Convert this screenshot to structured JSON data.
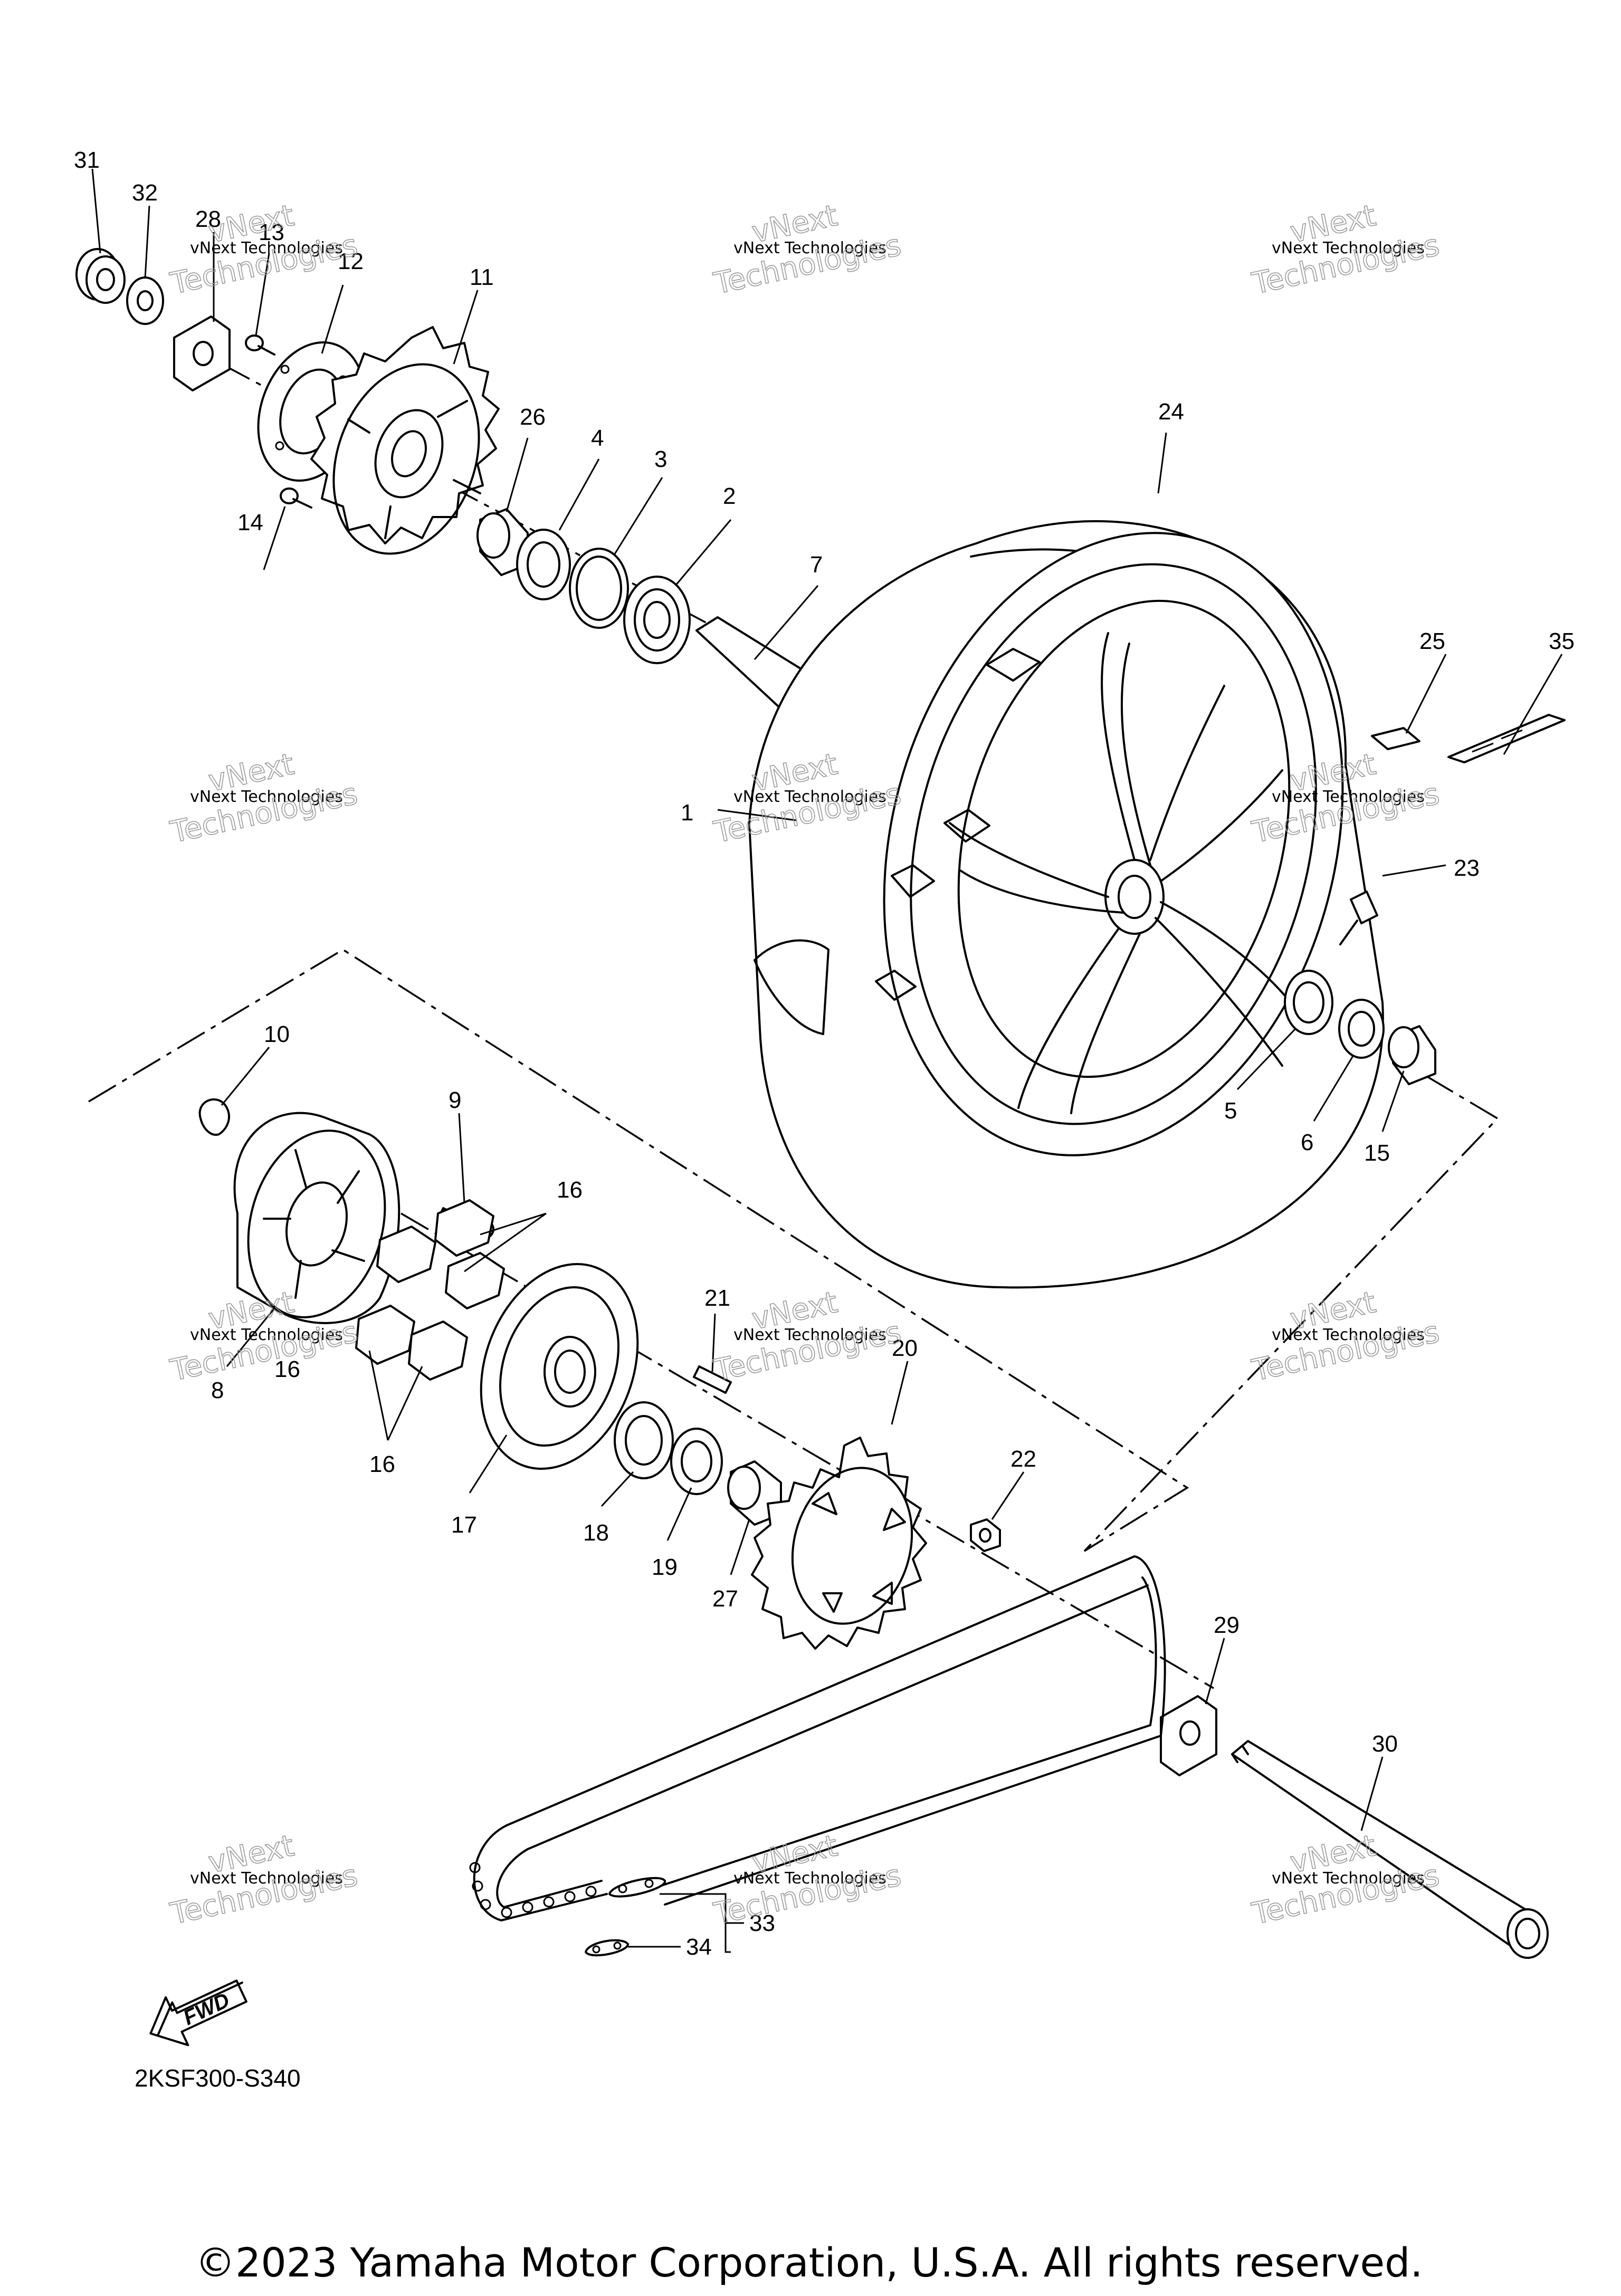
{
  "diagram": {
    "diagram_code": "2KSF300-S340",
    "copyright": "©2023 Yamaha Motor Corporation, U.S.A. All rights reserved.",
    "fwd_label": "FWD",
    "watermark": {
      "line1": "vNext Technologies",
      "big": "vNext",
      "big2": "Technologies"
    },
    "callouts": [
      {
        "id": "p1",
        "label": "1"
      },
      {
        "id": "p2",
        "label": "2"
      },
      {
        "id": "p3",
        "label": "3"
      },
      {
        "id": "p4",
        "label": "4"
      },
      {
        "id": "p5",
        "label": "5"
      },
      {
        "id": "p6",
        "label": "6"
      },
      {
        "id": "p7",
        "label": "7"
      },
      {
        "id": "p8",
        "label": "8"
      },
      {
        "id": "p9",
        "label": "9"
      },
      {
        "id": "p10",
        "label": "10"
      },
      {
        "id": "p11",
        "label": "11"
      },
      {
        "id": "p12",
        "label": "12"
      },
      {
        "id": "p13",
        "label": "13"
      },
      {
        "id": "p14",
        "label": "14"
      },
      {
        "id": "p15",
        "label": "15"
      },
      {
        "id": "p16",
        "label": "16"
      },
      {
        "id": "p17",
        "label": "17"
      },
      {
        "id": "p18",
        "label": "18"
      },
      {
        "id": "p19",
        "label": "19"
      },
      {
        "id": "p20",
        "label": "20"
      },
      {
        "id": "p21",
        "label": "21"
      },
      {
        "id": "p22",
        "label": "22"
      },
      {
        "id": "p23",
        "label": "23"
      },
      {
        "id": "p24",
        "label": "24"
      },
      {
        "id": "p25",
        "label": "25"
      },
      {
        "id": "p26",
        "label": "26"
      },
      {
        "id": "p27",
        "label": "27"
      },
      {
        "id": "p28",
        "label": "28"
      },
      {
        "id": "p29",
        "label": "29"
      },
      {
        "id": "p30",
        "label": "30"
      },
      {
        "id": "p31",
        "label": "31"
      },
      {
        "id": "p32",
        "label": "32"
      },
      {
        "id": "p33",
        "label": "33"
      },
      {
        "id": "p34",
        "label": "34"
      },
      {
        "id": "p35",
        "label": "35"
      }
    ]
  }
}
